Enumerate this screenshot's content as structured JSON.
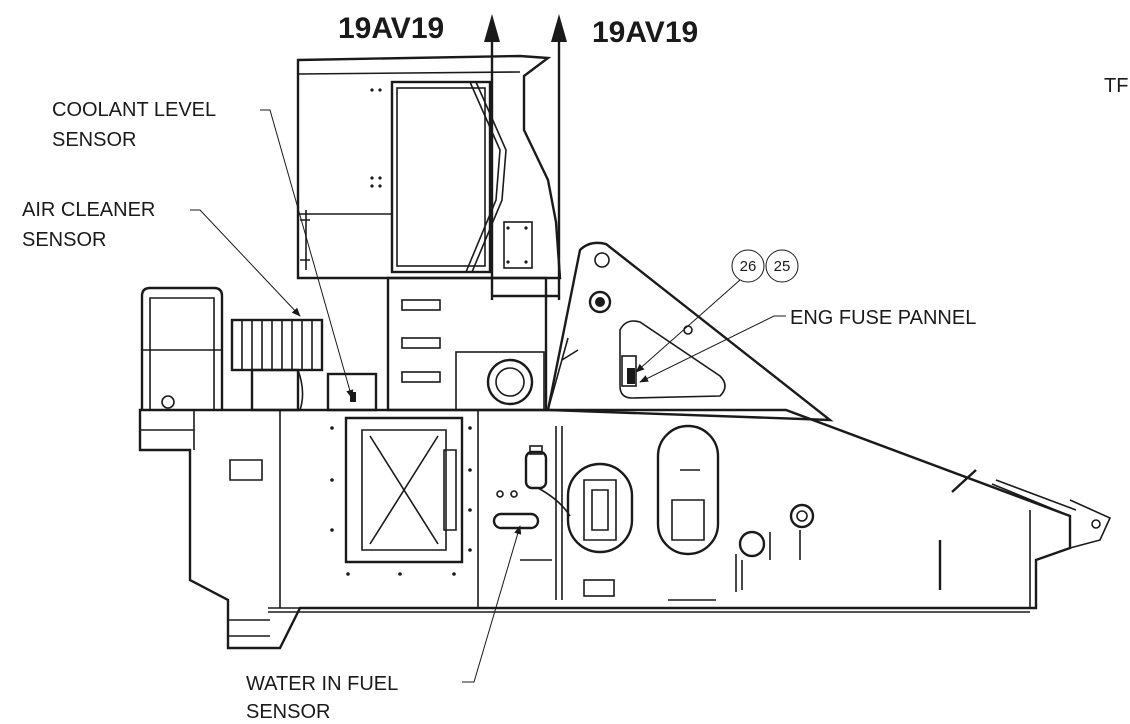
{
  "section_marks": {
    "left": "19AV19",
    "right": "19AV19"
  },
  "callouts": {
    "coolant_level_sensor": [
      "COOLANT LEVEL",
      "SENSOR"
    ],
    "air_cleaner_sensor": [
      "AIR CLEANER",
      "SENSOR"
    ],
    "eng_fuse_pannel": "ENG FUSE PANNEL",
    "water_in_fuel_sensor": [
      "WATER IN FUEL",
      "SENSOR"
    ],
    "truncated_right_label": "TF"
  },
  "item_balloons": [
    "26",
    "25"
  ]
}
